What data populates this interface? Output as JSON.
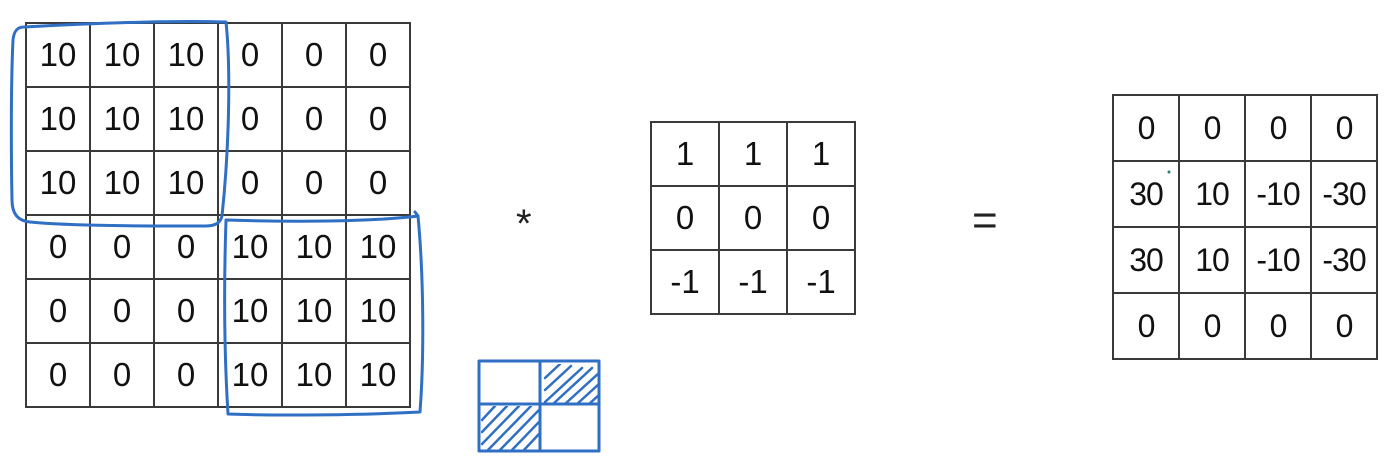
{
  "input_matrix": [
    [
      "10",
      "10",
      "10",
      "0",
      "0",
      "0"
    ],
    [
      "10",
      "10",
      "10",
      "0",
      "0",
      "0"
    ],
    [
      "10",
      "10",
      "10",
      "0",
      "0",
      "0"
    ],
    [
      "0",
      "0",
      "0",
      "10",
      "10",
      "10"
    ],
    [
      "0",
      "0",
      "0",
      "10",
      "10",
      "10"
    ],
    [
      "0",
      "0",
      "0",
      "10",
      "10",
      "10"
    ]
  ],
  "filter_matrix": [
    [
      "1",
      "1",
      "1"
    ],
    [
      "0",
      "0",
      "0"
    ],
    [
      "-1",
      "-1",
      "-1"
    ]
  ],
  "output_matrix": [
    [
      "0",
      "0",
      "0",
      "0"
    ],
    [
      "30",
      "10",
      "-10",
      "-30"
    ],
    [
      "30",
      "10",
      "-10",
      "-30"
    ],
    [
      "0",
      "0",
      "0",
      "0"
    ]
  ],
  "operators": {
    "convolution": "*",
    "equals": "="
  },
  "colors": {
    "annotation_ink": "#2f6fc4",
    "grid_line": "#3a3a3a"
  }
}
